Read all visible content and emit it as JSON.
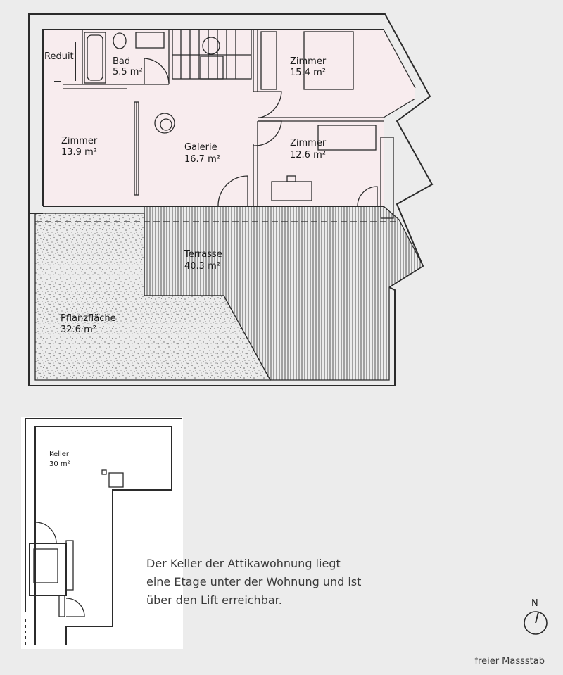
{
  "rooms": {
    "reduit": {
      "name": "Reduit"
    },
    "bad": {
      "name": "Bad",
      "area": "5.5 m²"
    },
    "zimmer_nw": {
      "name": "Zimmer",
      "area": "13.9 m²"
    },
    "galerie": {
      "name": "Galerie",
      "area": "16.7 m²"
    },
    "zimmer_ne": {
      "name": "Zimmer",
      "area": "15.4 m²"
    },
    "zimmer_e": {
      "name": "Zimmer",
      "area": "12.6 m²"
    },
    "terrasse": {
      "name": "Terrasse",
      "area": "40.3 m²"
    },
    "pflanzflaeche": {
      "name": "Pflanzfläche",
      "area": "32.6 m²"
    },
    "keller": {
      "name": "Keller",
      "area": "30 m²"
    }
  },
  "note_lines": [
    "Der Keller der Attikawohnung liegt",
    "eine Etage unter der Wohnung und ist",
    "über den Lift erreichbar."
  ],
  "north_label": "N",
  "scale_label": "freier Massstab",
  "colors": {
    "interior": "#f8ecee",
    "background": "#ececec",
    "wall": "#2b2b2b",
    "terrace_hatch": "#555555",
    "gravel": "#6a6a6a"
  }
}
